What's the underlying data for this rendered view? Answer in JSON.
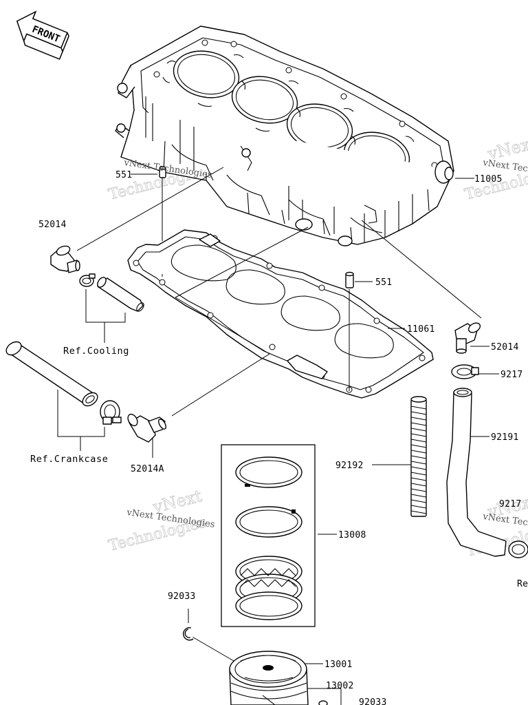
{
  "diagram": {
    "front_label": "FRONT",
    "watermark": {
      "small": "vNext Technologies",
      "big_top": "vNext",
      "big_bottom": "Technologies"
    },
    "callouts": {
      "p551_top": "551",
      "p551_mid": "551",
      "p52014_left": "52014",
      "p52014_right": "52014",
      "p52014A": "52014A",
      "p11005": "11005",
      "p11061": "11061",
      "p9217_a": "9217",
      "p9217_b": "9217",
      "p92191": "92191",
      "p92192": "92192",
      "p13008": "13008",
      "p92033_left": "92033",
      "p92033_bottom": "92033",
      "p13001": "13001",
      "p13002": "13002",
      "re_fragment": "Re"
    },
    "references": {
      "cooling": "Ref.Cooling",
      "crankcase": "Ref.Crankcase"
    }
  }
}
